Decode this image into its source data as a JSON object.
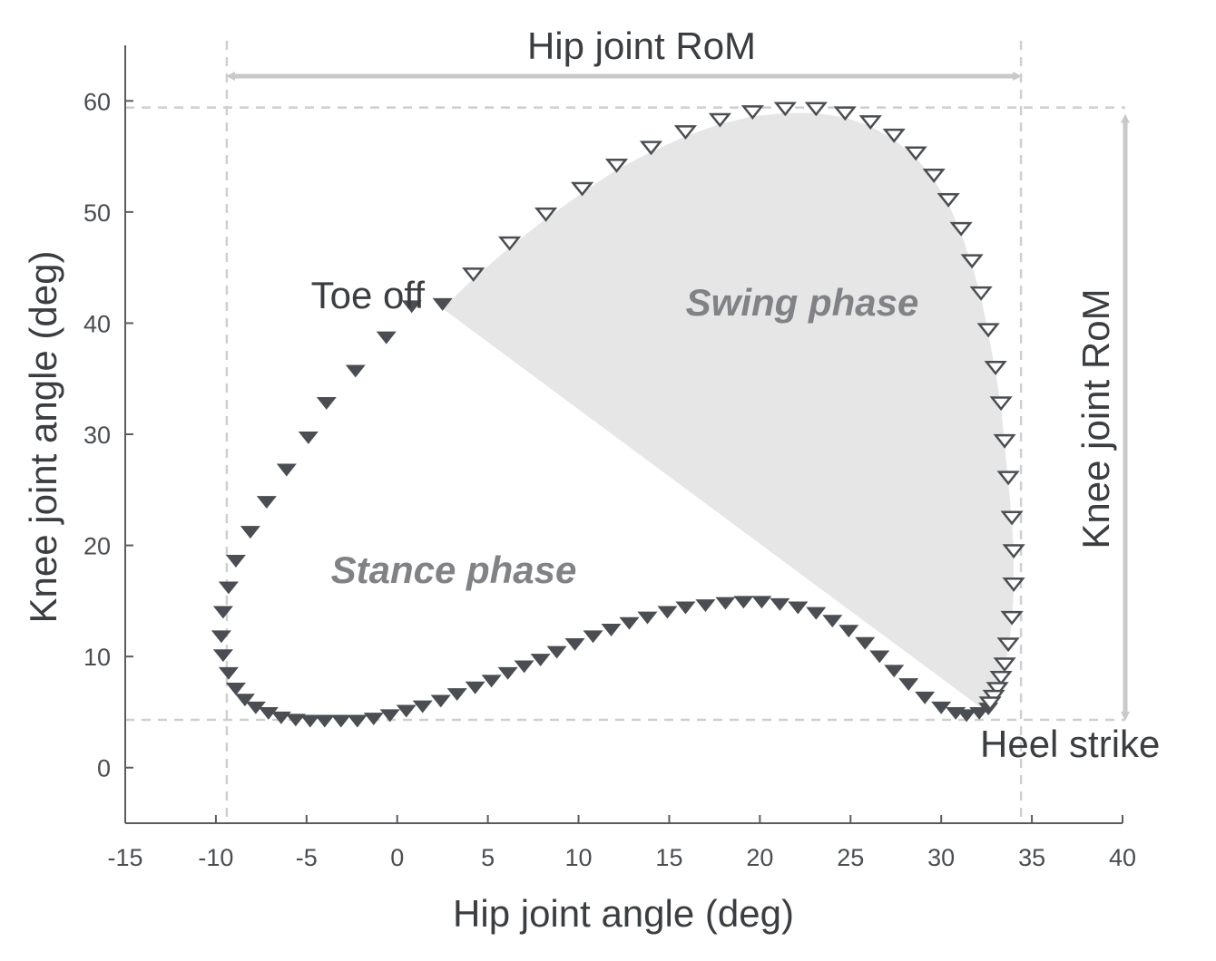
{
  "chart_data": {
    "type": "scatter",
    "title": "",
    "xlabel": "Hip joint angle (deg)",
    "ylabel": "Knee joint angle (deg)",
    "xlim": [
      -15,
      40
    ],
    "ylim": [
      -5,
      65
    ],
    "xticks": [
      -15,
      -10,
      -5,
      0,
      5,
      10,
      15,
      20,
      25,
      30,
      35,
      40
    ],
    "yticks": [
      0,
      10,
      20,
      30,
      40,
      50,
      60
    ],
    "xtick_labels": [
      "-15",
      "-10",
      "-5",
      "0",
      "5",
      "10",
      "15",
      "20",
      "25",
      "30",
      "35",
      "40"
    ],
    "ytick_labels": [
      "0",
      "10",
      "20",
      "30",
      "40",
      "50",
      "60"
    ],
    "grid": false,
    "marker": "triangle-down",
    "series": [
      {
        "marker_fill": "filled",
        "color": "#4a4e52",
        "x": [
          32.6,
          32.1,
          31.4,
          30.8,
          30.0,
          29.1,
          28.2,
          27.4,
          26.6,
          25.8,
          24.9,
          24.0,
          23.1,
          22.1,
          21.1,
          20.1,
          19.1,
          18.1,
          17.0,
          15.9,
          14.9,
          13.8,
          12.8,
          11.8,
          10.8,
          9.8,
          8.8,
          7.9,
          7.0,
          6.1,
          5.2,
          4.3,
          3.3,
          2.4,
          1.4,
          0.5,
          -0.4,
          -1.3,
          -2.2,
          -3.1,
          -4.0,
          -4.8,
          -5.6,
          -6.4,
          -7.1,
          -7.8,
          -8.4,
          -8.9,
          -9.3,
          -9.6,
          -9.7,
          -9.6,
          -9.3,
          -8.9,
          -8.1,
          -7.2,
          -6.1,
          -4.9,
          -3.9,
          -2.3,
          -0.6,
          0.8,
          2.5
        ],
        "y": [
          5.4,
          5.0,
          4.8,
          5.0,
          5.5,
          6.4,
          7.6,
          8.8,
          10.1,
          11.3,
          12.4,
          13.3,
          14.0,
          14.5,
          14.8,
          15.0,
          15.0,
          14.9,
          14.7,
          14.5,
          14.1,
          13.6,
          13.1,
          12.5,
          11.9,
          11.2,
          10.5,
          9.8,
          9.2,
          8.6,
          7.9,
          7.3,
          6.7,
          6.1,
          5.6,
          5.2,
          4.8,
          4.5,
          4.3,
          4.3,
          4.3,
          4.3,
          4.4,
          4.6,
          5.0,
          5.5,
          6.2,
          7.2,
          8.6,
          10.2,
          11.9,
          14.1,
          16.3,
          18.7,
          21.3,
          24.0,
          26.9,
          29.8,
          32.9,
          35.8,
          38.8,
          41.6,
          41.8
        ]
      },
      {
        "marker_fill": "open",
        "color": "#4a4e52",
        "x": [
          4.2,
          6.2,
          8.2,
          10.2,
          12.1,
          14.0,
          15.9,
          17.8,
          19.6,
          21.4,
          23.1,
          24.7,
          26.1,
          27.4,
          28.6,
          29.6,
          30.4,
          31.1,
          31.7,
          32.2,
          32.6,
          33.0,
          33.3,
          33.5,
          33.7,
          33.9,
          34.0,
          34.0,
          33.9,
          33.7,
          33.5,
          33.3,
          33.1,
          32.9,
          32.7
        ],
        "y": [
          44.5,
          47.3,
          49.9,
          52.2,
          54.3,
          55.9,
          57.3,
          58.4,
          59.1,
          59.4,
          59.4,
          59.0,
          58.2,
          57.0,
          55.4,
          53.4,
          51.2,
          48.6,
          45.7,
          42.8,
          39.5,
          36.1,
          32.9,
          29.5,
          26.2,
          22.6,
          19.6,
          16.6,
          13.6,
          11.2,
          9.4,
          8.2,
          7.2,
          6.5,
          5.9
        ]
      }
    ],
    "reference_lines": {
      "x": [
        -9.4,
        34.4
      ],
      "y": [
        4.3,
        59.4
      ]
    },
    "swing_region_fill": "#e6e6e6",
    "annotations": {
      "hip_rom": "Hip joint RoM",
      "knee_rom": "Knee joint RoM",
      "toe_off": "Toe off",
      "heel_strike": "Heel strike",
      "swing_phase": "Swing phase",
      "stance_phase": "Stance phase"
    },
    "colors": {
      "marker": "#4a4e52",
      "guide": "#cfcfcf",
      "arrow": "#c9c9c9",
      "axis": "#5a5d60"
    }
  }
}
